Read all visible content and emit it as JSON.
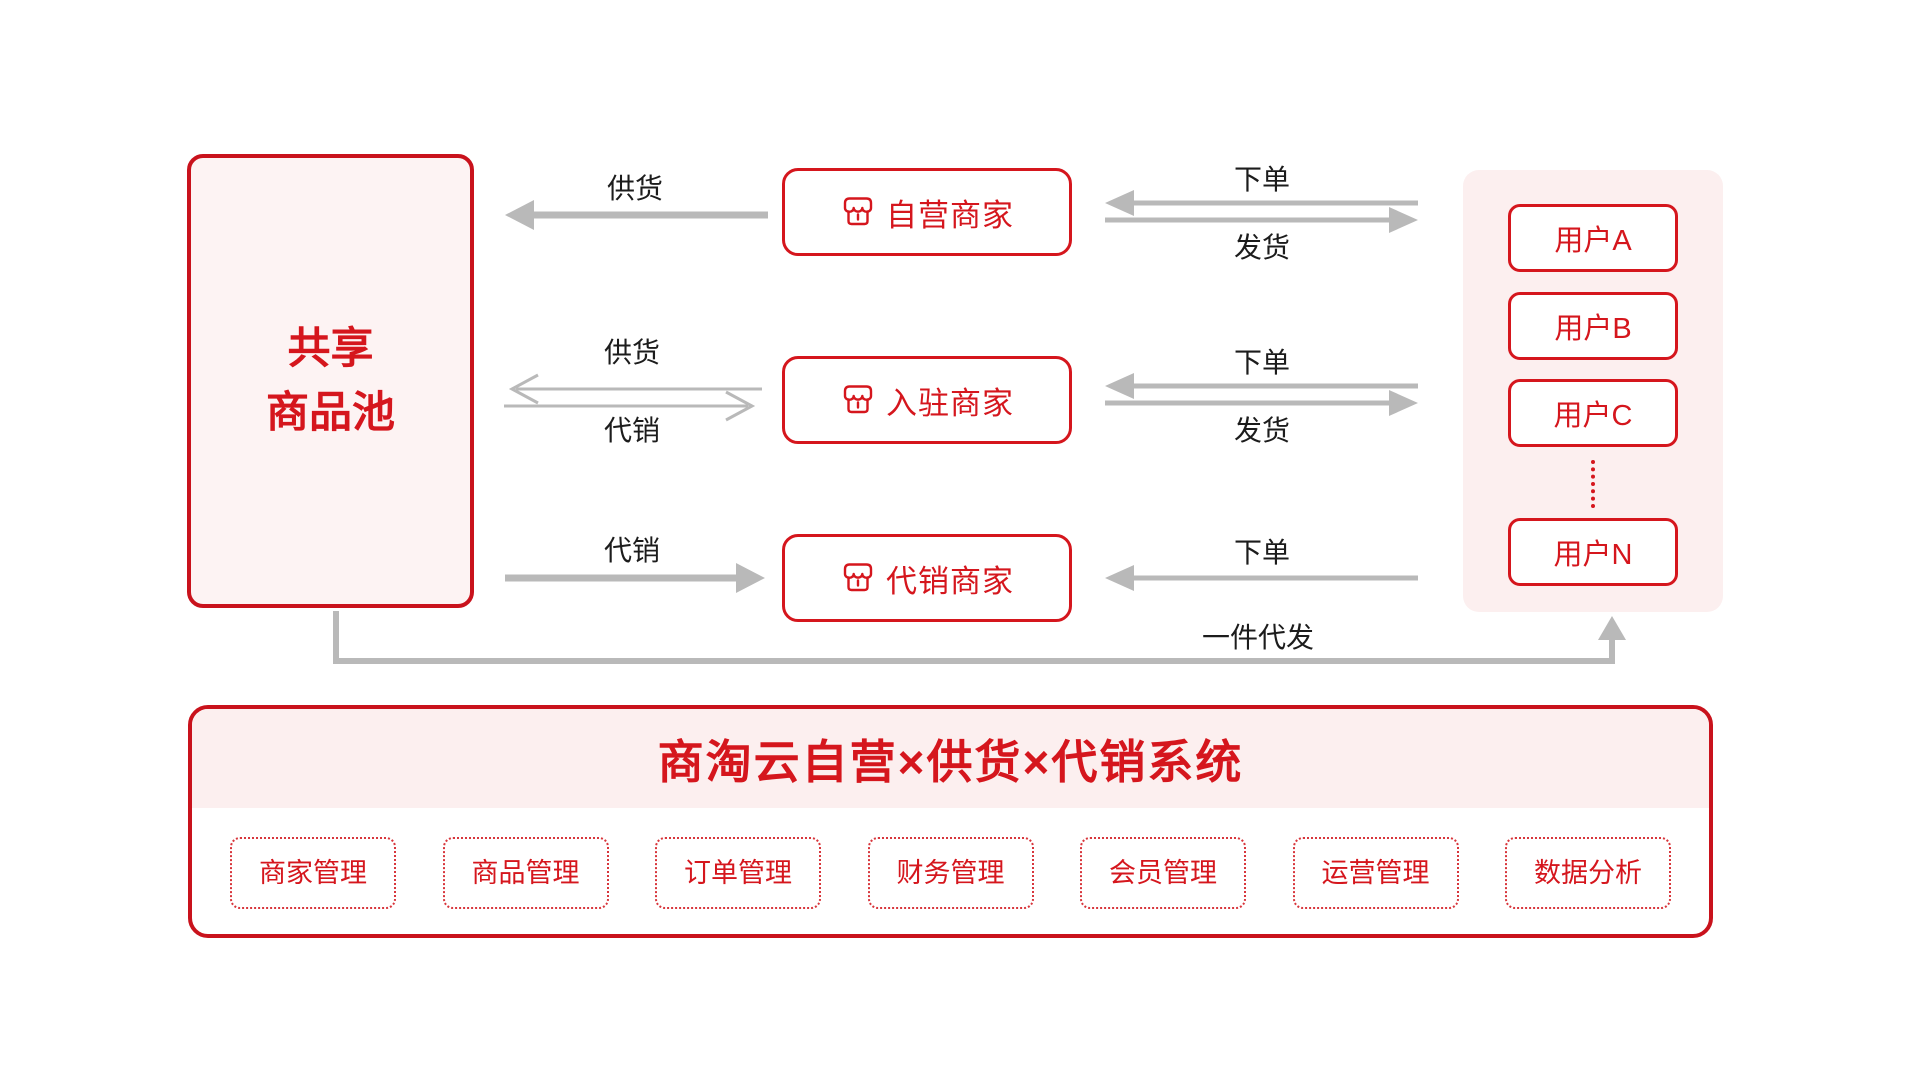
{
  "palette": {
    "red_border": "#c9121c",
    "red_text": "#d5161d",
    "pink_light": "#fdf3f3",
    "panel_pink": "#fcefef",
    "arrow_gray": "#b9b9b9",
    "label_black": "#1c1c1c"
  },
  "pool": {
    "line1": "共享",
    "line2": "商品池"
  },
  "merchants": [
    {
      "label": "自营商家"
    },
    {
      "label": "入驻商家"
    },
    {
      "label": "代销商家"
    }
  ],
  "left_flows": {
    "row1_supply": "供货",
    "row2_supply": "供货",
    "row2_consign": "代销",
    "row3_consign": "代销"
  },
  "right_flows": {
    "row1_order": "下单",
    "row1_ship": "发货",
    "row2_order": "下单",
    "row2_ship": "发货",
    "row3_order": "下单"
  },
  "dropship_label": "一件代发",
  "users": [
    {
      "label": "用户A"
    },
    {
      "label": "用户B"
    },
    {
      "label": "用户C"
    },
    {
      "label": "用户N"
    }
  ],
  "system": {
    "title": "商淘云自营×供货×代销系统",
    "modules": [
      "商家管理",
      "商品管理",
      "订单管理",
      "财务管理",
      "会员管理",
      "运营管理",
      "数据分析"
    ]
  }
}
